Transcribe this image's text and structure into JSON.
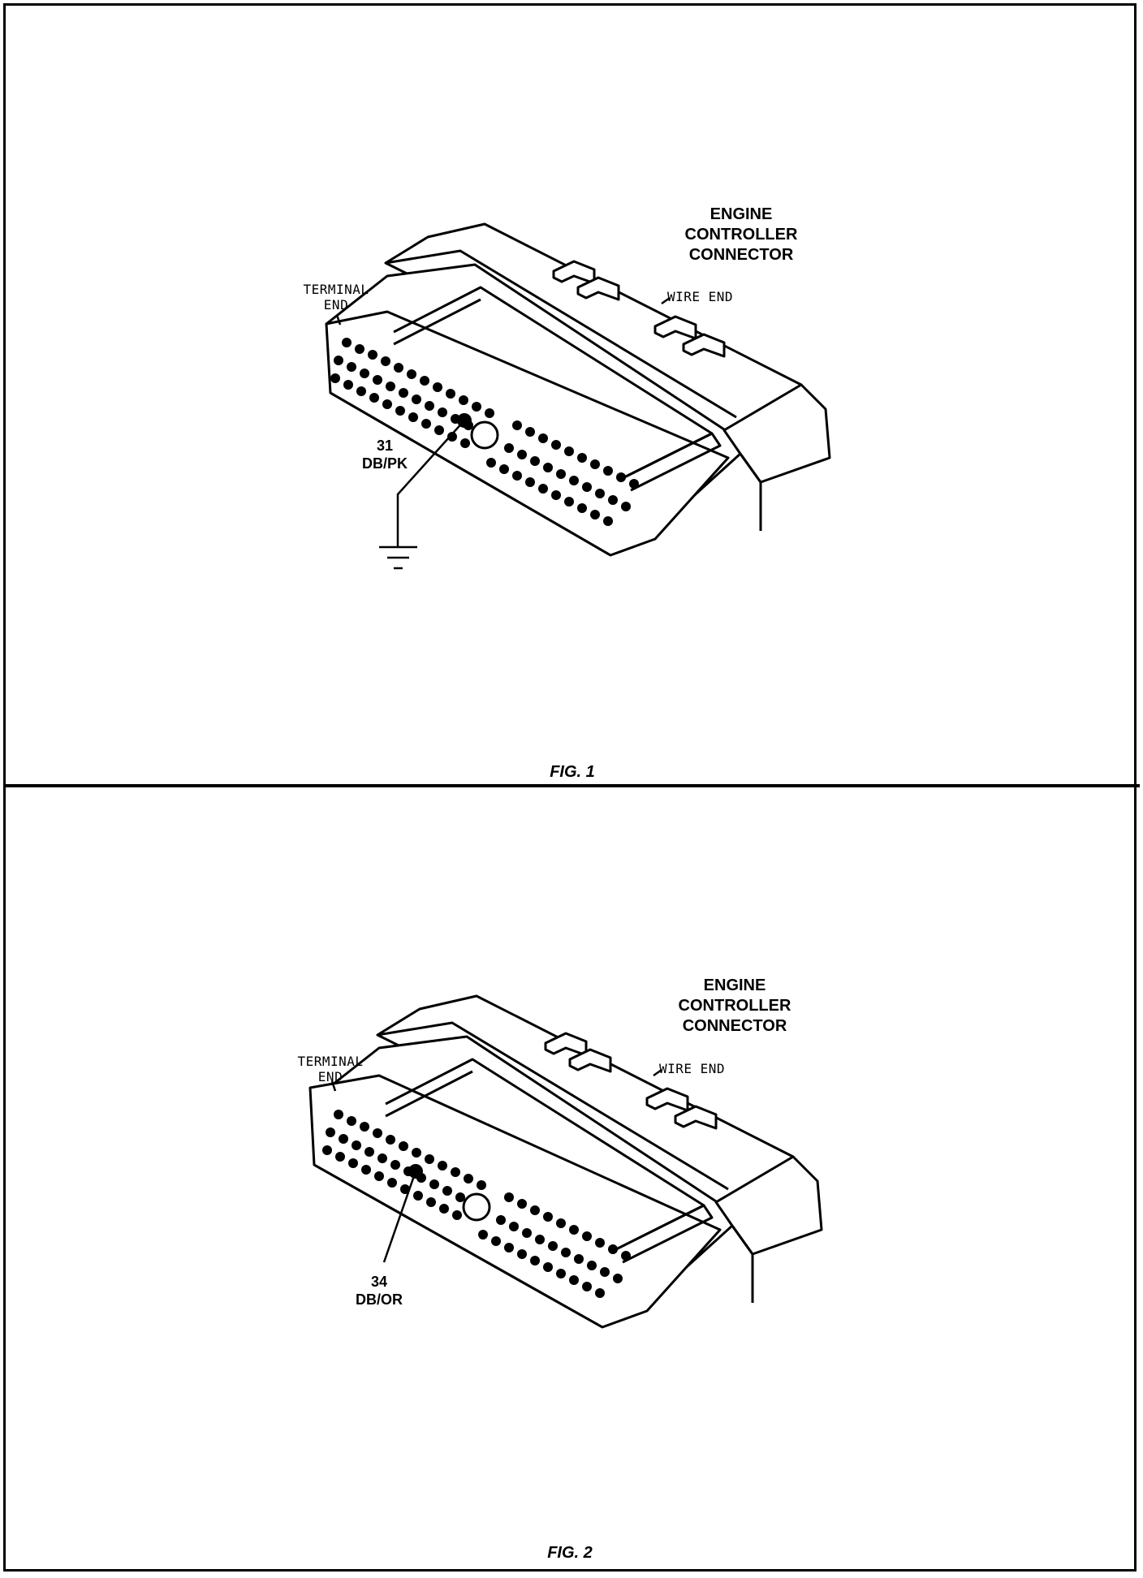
{
  "figures": [
    {
      "caption": "FIG. 1",
      "title_lines": [
        "ENGINE",
        "CONTROLLER",
        "CONNECTOR"
      ],
      "terminal_end_lines": [
        "TERMINAL",
        "END"
      ],
      "wire_end_label": "WIRE END",
      "pin_number": "31",
      "pin_wire_color": "DB/PK",
      "has_ground": true
    },
    {
      "caption": "FIG. 2",
      "title_lines": [
        "ENGINE",
        "CONTROLLER",
        "CONNECTOR"
      ],
      "terminal_end_lines": [
        "TERMINAL",
        "END"
      ],
      "wire_end_label": "WIRE END",
      "pin_number": "34",
      "pin_wire_color": "DB/OR",
      "has_ground": false
    }
  ],
  "colors": {
    "line": "#000000",
    "background": "#ffffff"
  }
}
